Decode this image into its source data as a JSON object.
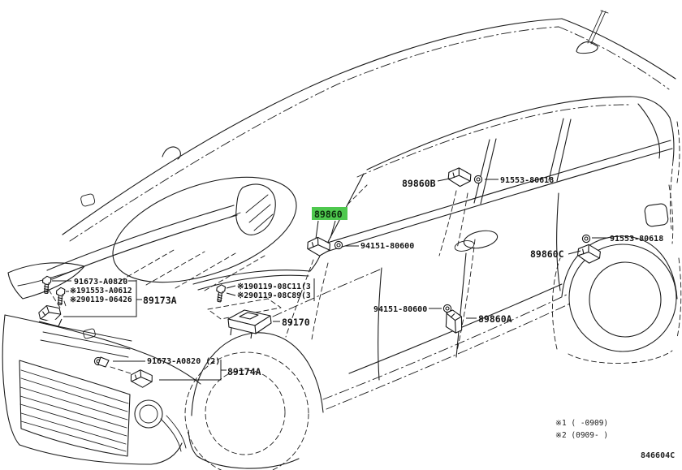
{
  "diagram": {
    "figure_code": "846604C",
    "highlight_color": "#4ec84e",
    "line_color": "#1c1c1c",
    "highlighted_part": "89860",
    "labels": {
      "p89860": "89860",
      "p89860a": "89860A",
      "p89860b": "89860B",
      "p89860c": "89860C",
      "p89170": "89170",
      "p89173a": "89173A",
      "p89174a": "89174A",
      "p91553_80618_b": "91553-80618",
      "p91553_80618_c": "91553-80618",
      "p94151_80600_front": "94151-80600",
      "p94151_80600_rear": "94151-80600",
      "p91673_a0820": "91673-A0820",
      "p91553_a0612": "※191553-A0612",
      "p90119_06426": "※290119-06426",
      "p90119_08c11": "※190119-08C11(3",
      "p90119_08c89": "※290119-08C89(3",
      "p91673_a0820_x2": "91673-A0820 (2)"
    },
    "legend": {
      "note1": "※1 (    -0909)",
      "note2": "※2 (0909-    )"
    }
  }
}
